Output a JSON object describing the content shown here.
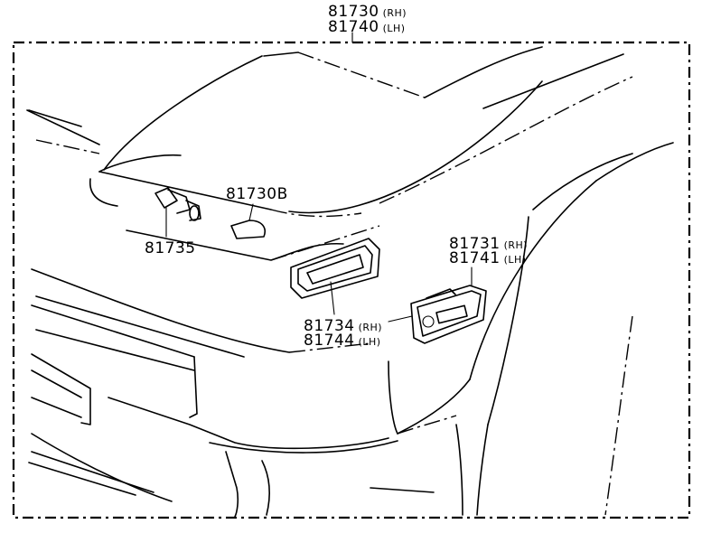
{
  "parts": {
    "main_assembly": {
      "number_rh": "81730",
      "side_rh": "(RH)",
      "number_lh": "81740",
      "side_lh": "(LH)"
    },
    "bulb": {
      "number": "81730B"
    },
    "socket": {
      "number": "81735"
    },
    "lens": {
      "number_rh": "81731",
      "side_rh": "(RH)",
      "number_lh": "81741",
      "side_lh": "(LH)"
    },
    "gasket": {
      "number_rh": "81734",
      "side_rh": "(RH)",
      "number_lh": "81744",
      "side_lh": "(LH)"
    }
  }
}
